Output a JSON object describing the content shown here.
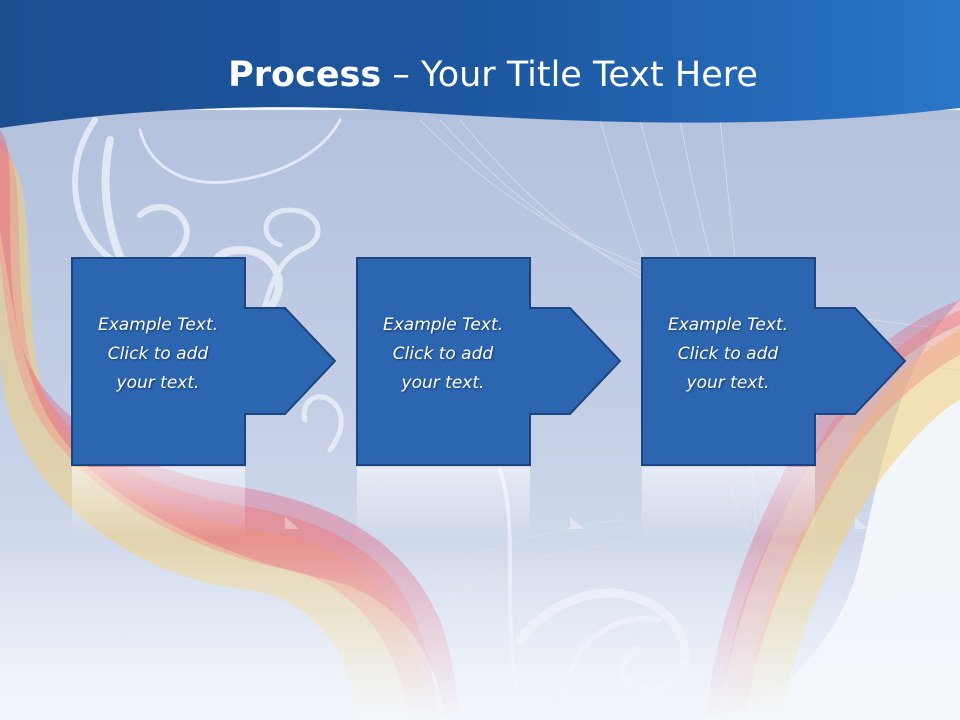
{
  "slide": {
    "title_bold": "Process",
    "title_dash": " – ",
    "title_rest": "Your Title Text Here"
  },
  "steps": [
    {
      "line1": "Example Text.",
      "line2": "Click  to add",
      "line3": "your text."
    },
    {
      "line1": "Example Text.",
      "line2": "Click  to add",
      "line3": "your text."
    },
    {
      "line1": "Example Text.",
      "line2": "Click  to add",
      "line3": "your text."
    }
  ],
  "colors": {
    "banner": "#1e5aa0",
    "box_fill": "#2c66b0",
    "box_border": "#1a4580",
    "background": "#f2f6fb"
  }
}
